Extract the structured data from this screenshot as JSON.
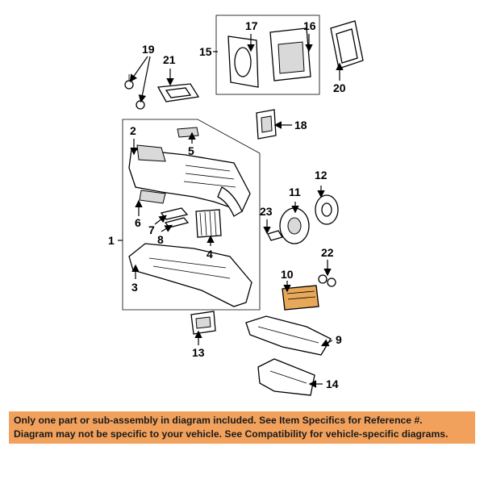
{
  "callouts": {
    "c1": "1",
    "c2": "2",
    "c3": "3",
    "c4": "4",
    "c5": "5",
    "c6": "6",
    "c7": "7",
    "c8": "8",
    "c9": "9",
    "c10": "10",
    "c11": "11",
    "c12": "12",
    "c13": "13",
    "c14": "14",
    "c15": "15",
    "c16": "16",
    "c17": "17",
    "c18": "18",
    "c19": "19",
    "c20": "20",
    "c21": "21",
    "c22": "22",
    "c23": "23"
  },
  "highlight_color": "#e8a85a",
  "banner": {
    "line1": "Only one part or sub-assembly in diagram included. See Item Specifics for Reference #.",
    "line2": "Diagram may not be specific to your vehicle. See Compatibility for vehicle-specific diagrams.",
    "color": "#f2a15c"
  }
}
